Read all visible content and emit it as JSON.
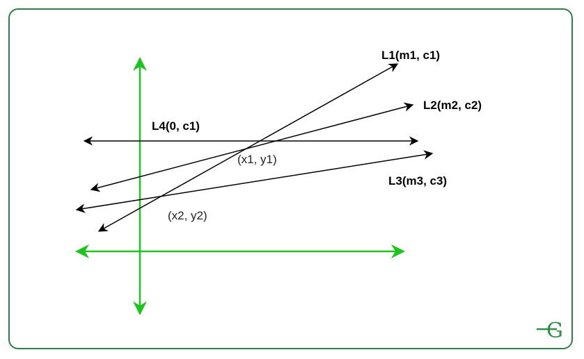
{
  "colors": {
    "frame": "#2e7d4a",
    "axis": "#1ec31e",
    "line": "#000000",
    "logo": "#2f8d46"
  },
  "labels": {
    "l1": "L1(m1, c1)",
    "l2": "L2(m2, c2)",
    "l3": "L3(m3, c3)",
    "l4": "L4(0, c1)",
    "p1": "(x1, y1)",
    "p2": "(x2, y2)"
  },
  "logo": {
    "text": "GG",
    "icon": "geeksforgeeks-logo-icon"
  }
}
